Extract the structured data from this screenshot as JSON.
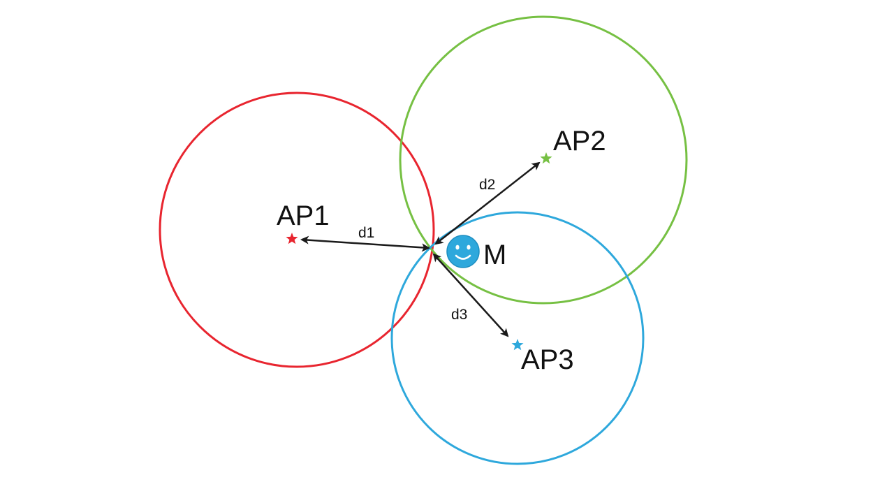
{
  "access_points": [
    {
      "label": "AP1",
      "color": "#e8252f",
      "icon": "star-icon"
    },
    {
      "label": "AP2",
      "color": "#76c043",
      "icon": "star-icon"
    },
    {
      "label": "AP3",
      "color": "#2ea8dc",
      "icon": "star-icon"
    }
  ],
  "device": {
    "label": "M",
    "icon": "smiley-face-icon",
    "color": "#2ea8dc"
  },
  "distances": [
    {
      "label": "d1"
    },
    {
      "label": "d2"
    },
    {
      "label": "d3"
    }
  ],
  "arrow_color": "#1a1a1a"
}
